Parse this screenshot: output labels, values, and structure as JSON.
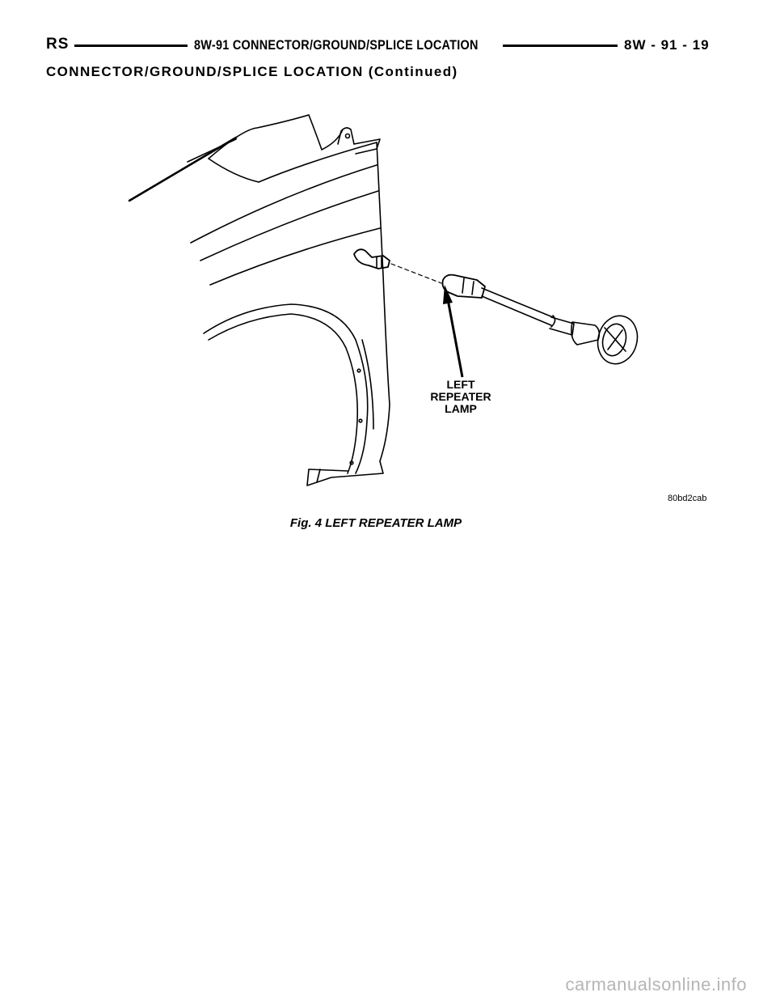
{
  "header": {
    "left": "RS",
    "center": "8W-91 CONNECTOR/GROUND/SPLICE LOCATION",
    "right": "8W - 91 - 19"
  },
  "subheading": "CONNECTOR/GROUND/SPLICE LOCATION (Continued)",
  "figure": {
    "callout": [
      "LEFT",
      "REPEATER",
      "LAMP"
    ],
    "code": "80bd2cab",
    "caption": "Fig. 4 LEFT REPEATER LAMP"
  },
  "watermark": "carmanualsonline.info"
}
